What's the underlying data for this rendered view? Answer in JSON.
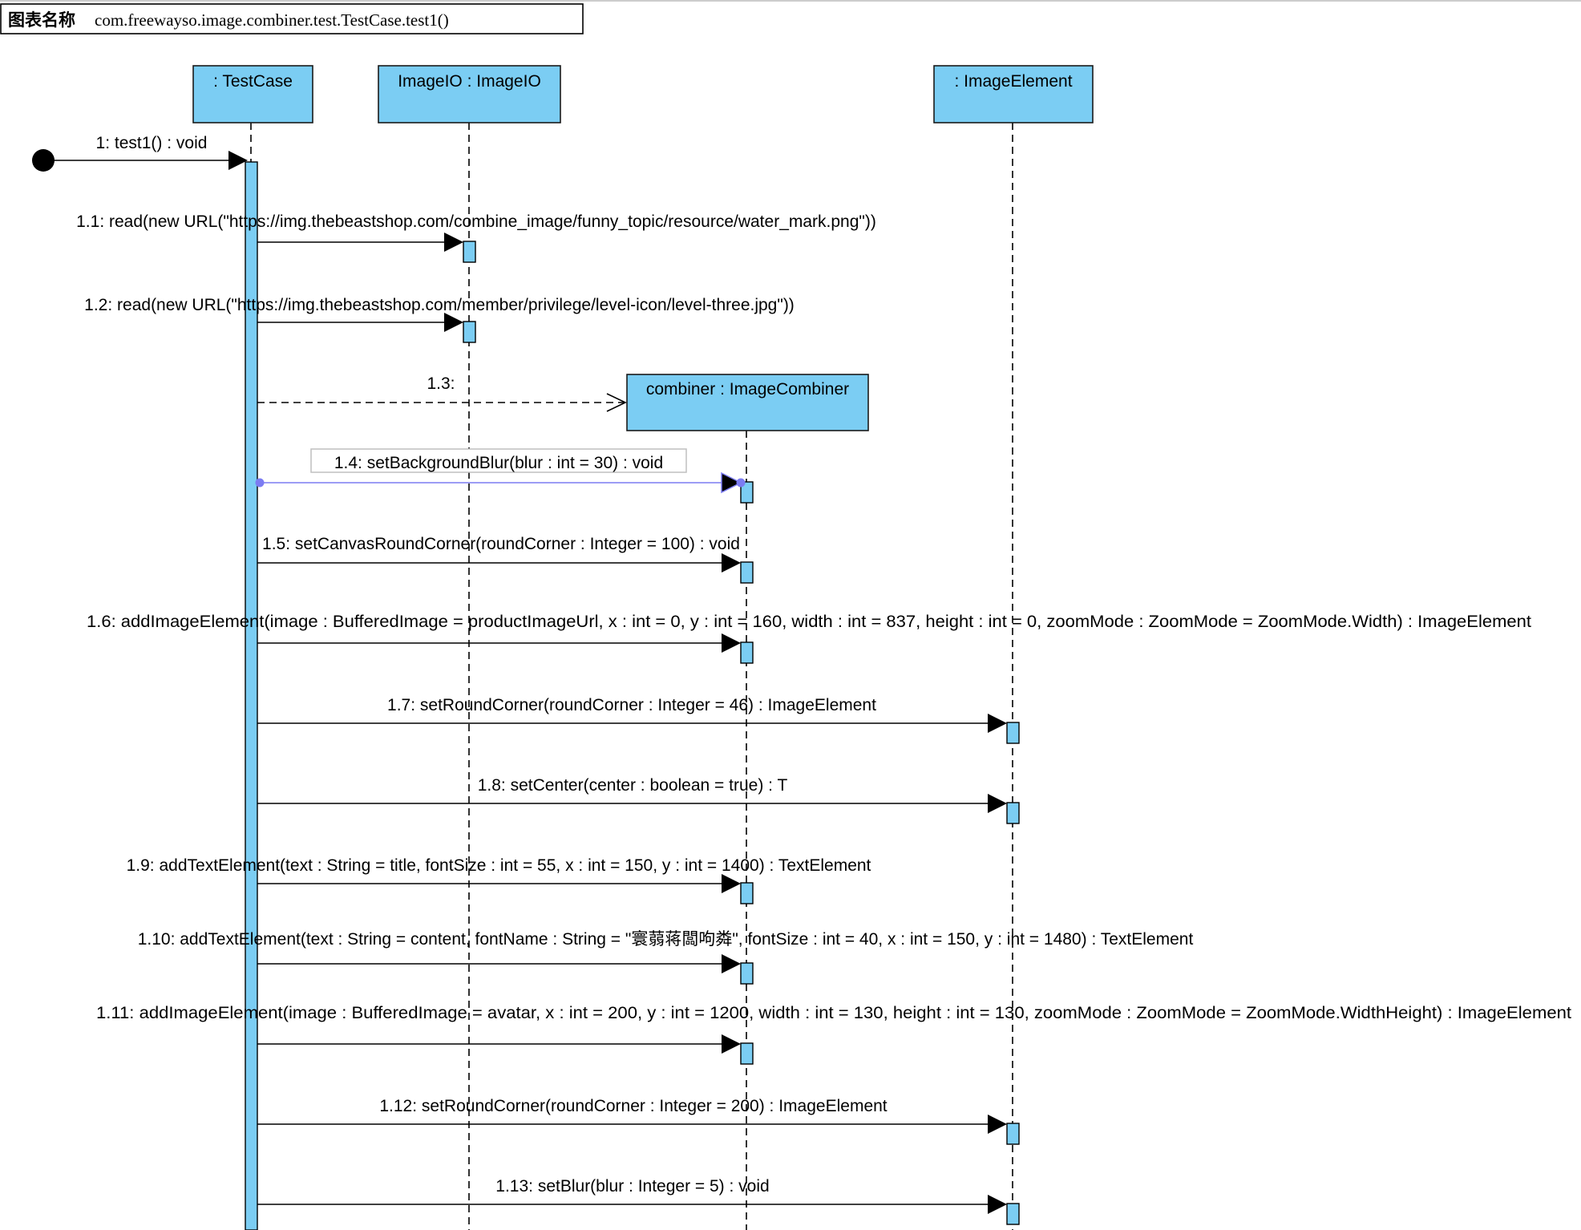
{
  "header": {
    "label": "图表名称",
    "value": "com.freewayso.image.combiner.test.TestCase.test1()"
  },
  "colors": {
    "object_fill": "#7bcdf3",
    "activation_fill": "#7bcdf3",
    "selected_message": "#7c7cf2",
    "selected_label_border": "#bfbfbf"
  },
  "objects": [
    {
      "id": "testcase",
      "label": ": TestCase"
    },
    {
      "id": "imageio",
      "label": "ImageIO : ImageIO"
    },
    {
      "id": "combiner",
      "label": "combiner : ImageCombiner"
    },
    {
      "id": "imageelement",
      "label": ": ImageElement"
    }
  ],
  "messages": [
    {
      "label": "1: test1() : void",
      "from": "start",
      "to": "testcase",
      "kind": "sync"
    },
    {
      "label": "1.1: read(new URL(\"https://img.thebeastshop.com/combine_image/funny_topic/resource/water_mark.png\"))",
      "from": "testcase",
      "to": "imageio",
      "kind": "sync"
    },
    {
      "label": "1.2: read(new URL(\"https://img.thebeastshop.com/member/privilege/level-icon/level-three.jpg\"))",
      "from": "testcase",
      "to": "imageio",
      "kind": "sync"
    },
    {
      "label": "1.3:",
      "from": "testcase",
      "to": "combiner",
      "kind": "create"
    },
    {
      "label": "1.4: setBackgroundBlur(blur : int = 30) : void",
      "from": "testcase",
      "to": "combiner",
      "kind": "sync",
      "selected": true
    },
    {
      "label": "1.5: setCanvasRoundCorner(roundCorner : Integer = 100) : void",
      "from": "testcase",
      "to": "combiner",
      "kind": "sync"
    },
    {
      "label": "1.6: addImageElement(image : BufferedImage = productImageUrl, x : int = 0, y : int = 160, width : int = 837, height : int = 0, zoomMode : ZoomMode = ZoomMode.Width) : ImageElement",
      "from": "testcase",
      "to": "combiner",
      "kind": "sync"
    },
    {
      "label": "1.7: setRoundCorner(roundCorner : Integer = 46) : ImageElement",
      "from": "testcase",
      "to": "imageelement",
      "kind": "sync"
    },
    {
      "label": "1.8: setCenter(center : boolean = true) : T",
      "from": "testcase",
      "to": "imageelement",
      "kind": "sync"
    },
    {
      "label": "1.9: addTextElement(text : String = title, fontSize : int = 55, x : int = 150, y : int = 1400) : TextElement",
      "from": "testcase",
      "to": "combiner",
      "kind": "sync"
    },
    {
      "label": "1.10: addTextElement(text : String = content, fontName : String = \"寰蒻蒋闆呴粦\", fontSize : int = 40, x : int = 150, y : int = 1480) : TextElement",
      "from": "testcase",
      "to": "combiner",
      "kind": "sync"
    },
    {
      "label": "1.11: addImageElement(image : BufferedImage = avatar, x : int = 200, y : int = 1200, width : int = 130, height : int = 130, zoomMode : ZoomMode = ZoomMode.WidthHeight) : ImageElement",
      "from": "testcase",
      "to": "combiner",
      "kind": "sync"
    },
    {
      "label": "1.12: setRoundCorner(roundCorner : Integer = 200) : ImageElement",
      "from": "testcase",
      "to": "imageelement",
      "kind": "sync"
    },
    {
      "label": "1.13: setBlur(blur : Integer = 5) : void",
      "from": "testcase",
      "to": "imageelement",
      "kind": "sync"
    }
  ]
}
